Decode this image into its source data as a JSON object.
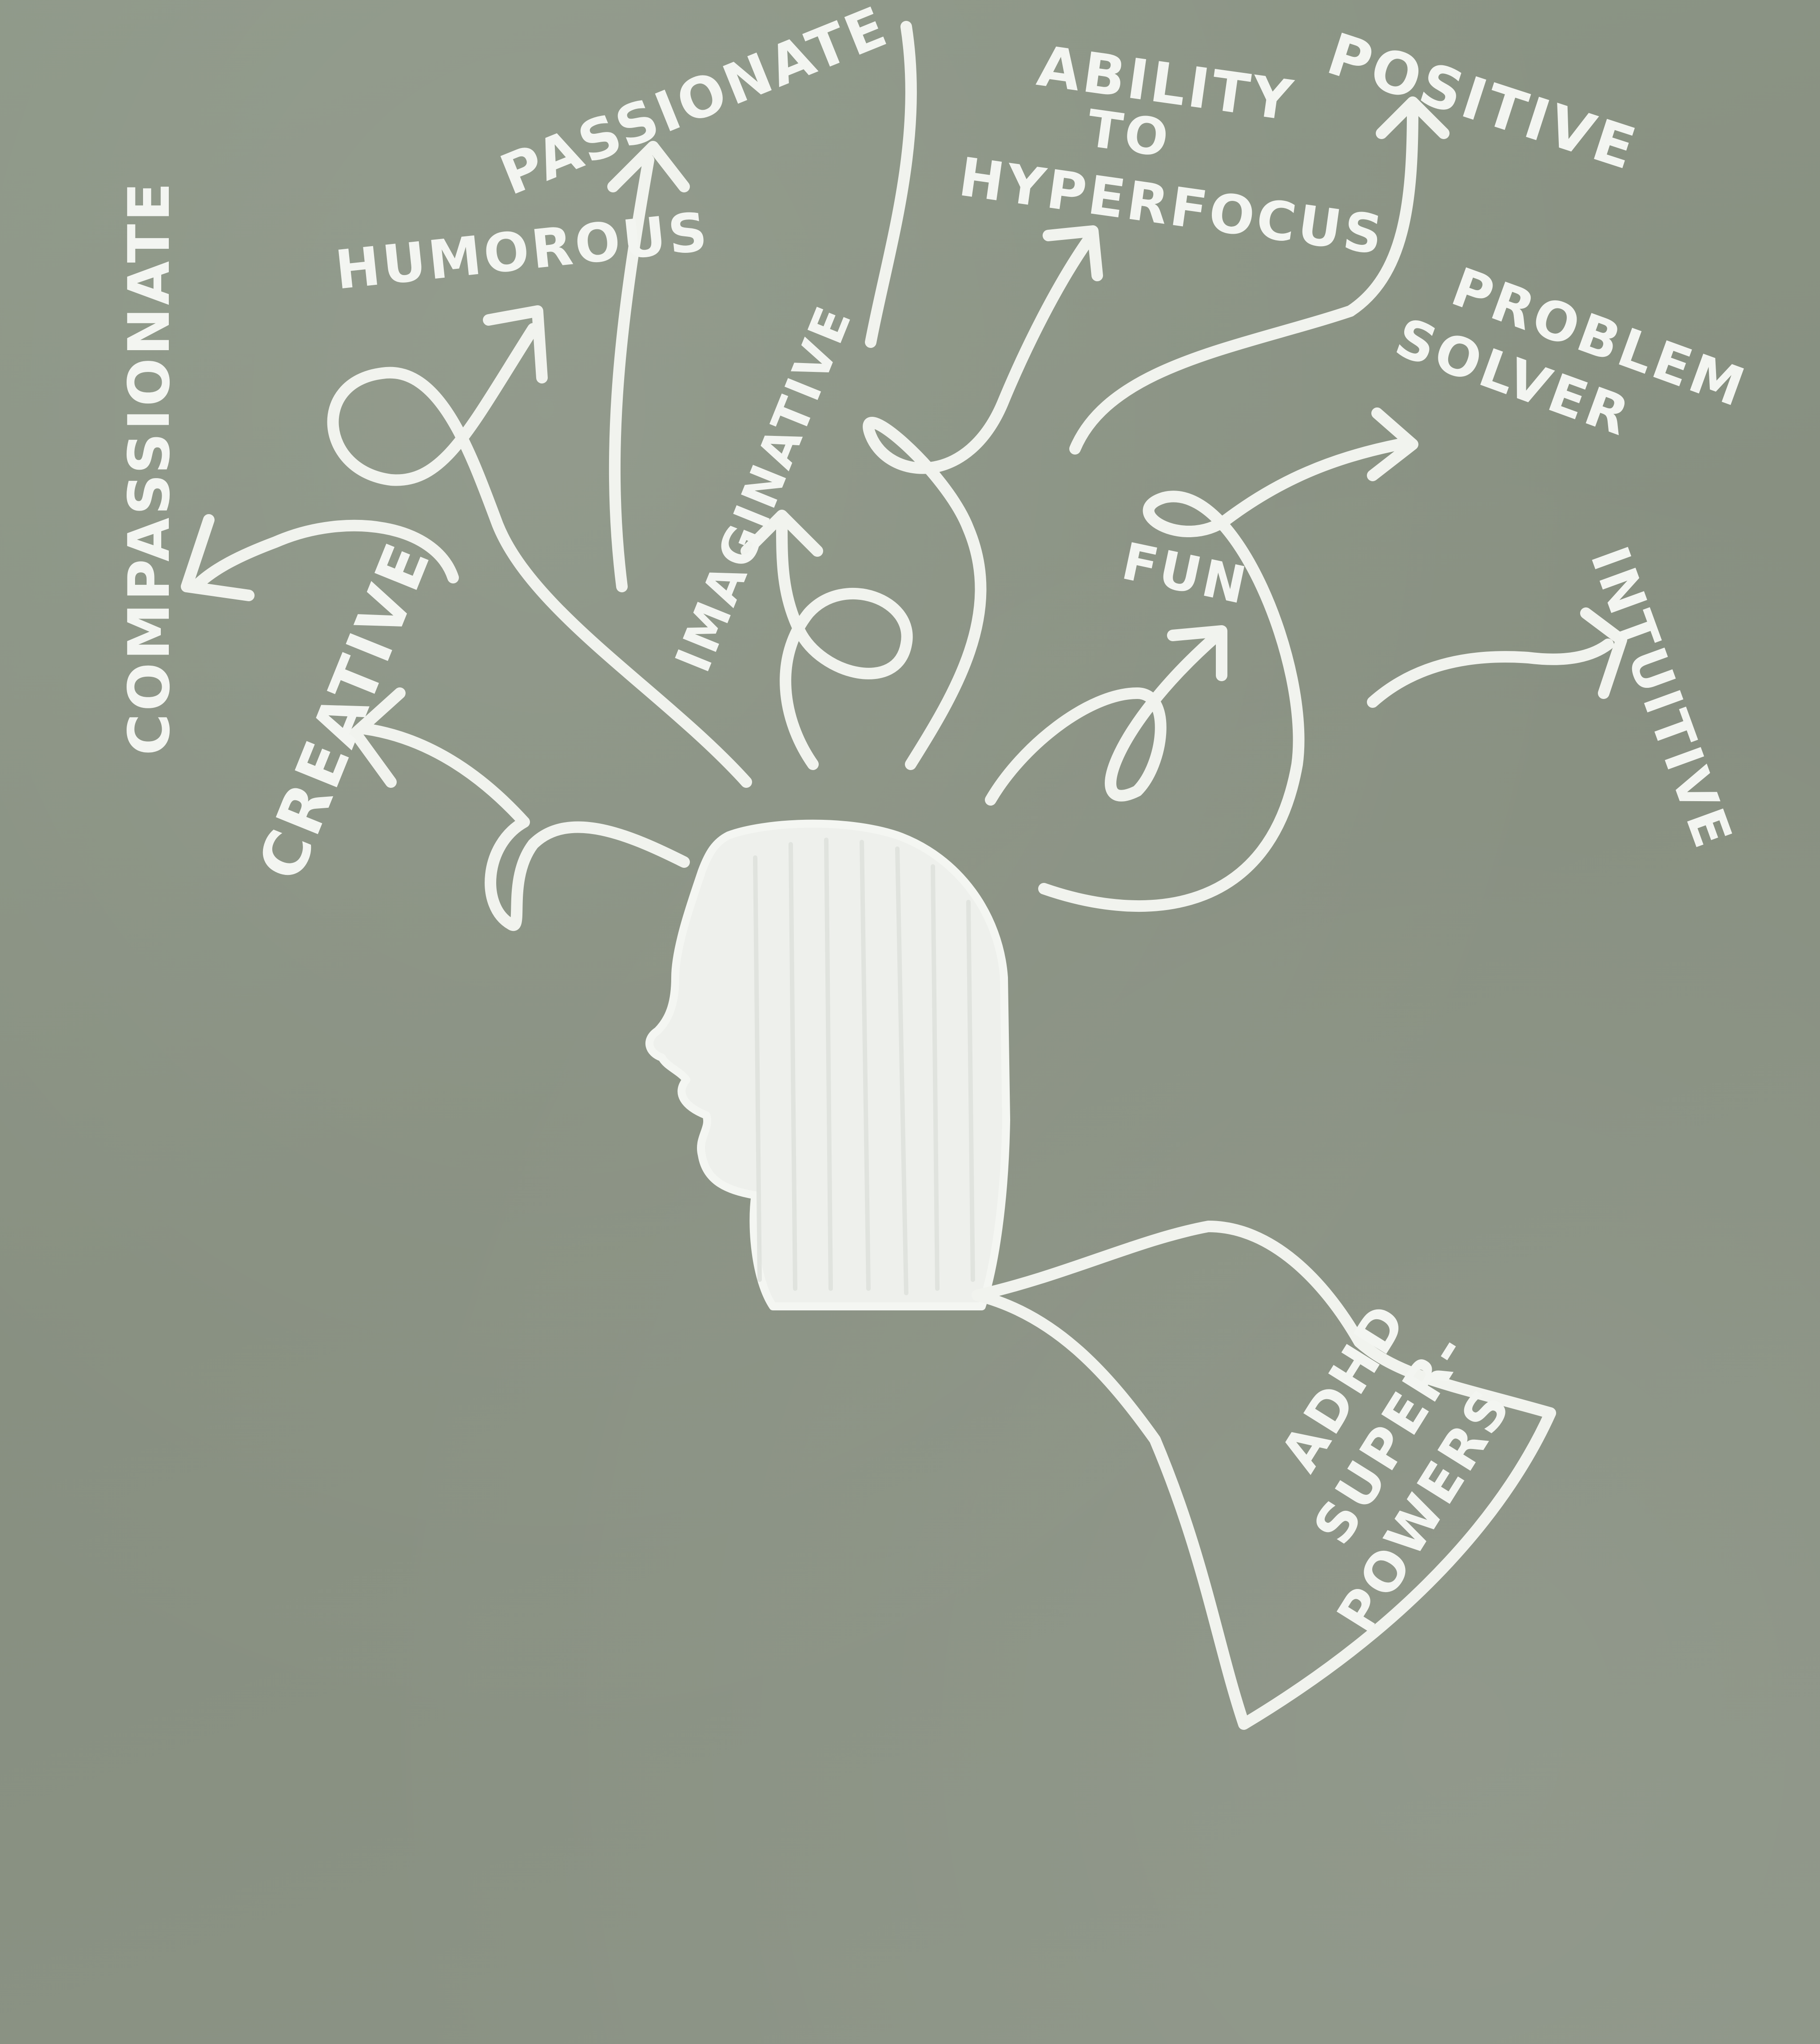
{
  "labels": {
    "compassionate": "COMPASSIONATE",
    "creative": "CREATIVE",
    "humorous": "HUMOROUS",
    "passionate": "PASSIONATE",
    "imaginative": "IMAGINATIVE",
    "ability_line1": "ABILITY",
    "ability_line2": "TO",
    "ability_line3": "HYPERFOCUS",
    "positive": "POSITIVE",
    "problem_line1": "PROBLEM",
    "problem_line2": "SOLVER",
    "fun": "FUN",
    "intuitive": "INTUITIVE"
  },
  "flag": {
    "line1": "ADHD",
    "line2": "SUPER-",
    "line3": "POWERS"
  },
  "colors": {
    "board": "#8a9484",
    "chalk": "#f1f3ee"
  }
}
